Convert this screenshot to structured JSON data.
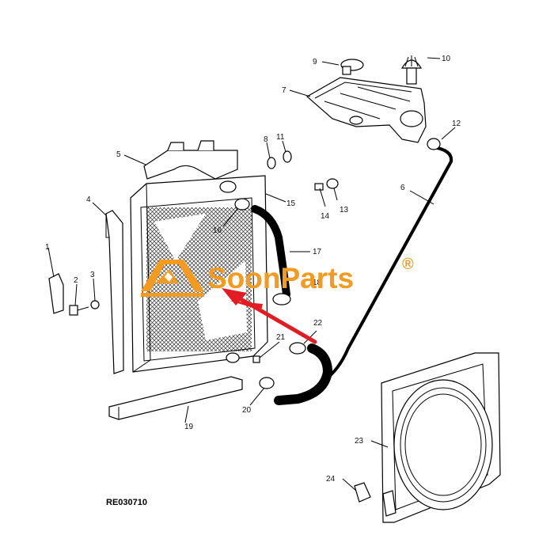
{
  "diagram": {
    "code": "RE030710",
    "callouts": [
      "1",
      "2",
      "3",
      "4",
      "5",
      "6",
      "7",
      "8",
      "9",
      "10",
      "11",
      "12",
      "13",
      "14",
      "15",
      "16",
      "17",
      "18",
      "19",
      "20",
      "21",
      "22",
      "23",
      "24"
    ]
  },
  "watermark": {
    "text": "SoonParts",
    "registered": "®",
    "color": "#f39a1f",
    "arrow_color": "#e31b23"
  }
}
